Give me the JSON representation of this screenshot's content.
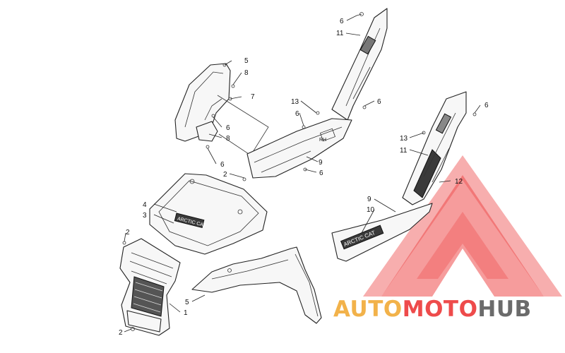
{
  "callouts": [
    {
      "id": "c6a",
      "text": "6"
    },
    {
      "id": "c11a",
      "text": "11"
    },
    {
      "id": "c5a",
      "text": "5"
    },
    {
      "id": "c8a",
      "text": "8"
    },
    {
      "id": "c7",
      "text": "7"
    },
    {
      "id": "c13a",
      "text": "13"
    },
    {
      "id": "c6b",
      "text": "6"
    },
    {
      "id": "c6c",
      "text": "6"
    },
    {
      "id": "c6d",
      "text": "6"
    },
    {
      "id": "c6e",
      "text": "6"
    },
    {
      "id": "c8b",
      "text": "8"
    },
    {
      "id": "c6f",
      "text": "6"
    },
    {
      "id": "c2a",
      "text": "2"
    },
    {
      "id": "c9a",
      "text": "9"
    },
    {
      "id": "c6g",
      "text": "6"
    },
    {
      "id": "c13b",
      "text": "13"
    },
    {
      "id": "c11b",
      "text": "11"
    },
    {
      "id": "c12",
      "text": "12"
    },
    {
      "id": "c4",
      "text": "4"
    },
    {
      "id": "c3",
      "text": "3"
    },
    {
      "id": "c9b",
      "text": "9"
    },
    {
      "id": "c10",
      "text": "10"
    },
    {
      "id": "c2b",
      "text": "2"
    },
    {
      "id": "c5b",
      "text": "5"
    },
    {
      "id": "c1",
      "text": "1"
    },
    {
      "id": "c2c",
      "text": "2"
    }
  ],
  "decals": {
    "hood_decal": "ARCTIC CAT",
    "side_decal": "ARCTIC CAT",
    "panel_badge": "RH"
  },
  "watermark": {
    "word_1": "AUTO",
    "word_2": "MOTO",
    "word_3": "HUB",
    "color_1": "#f2b24a",
    "color_2": "#ee4b4b",
    "color_3": "#6b6b6b",
    "triangle_color": "#ee4b4b"
  }
}
